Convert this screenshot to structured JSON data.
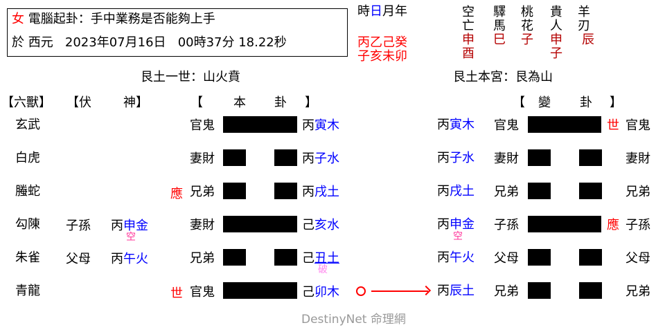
{
  "header": {
    "gender": "女",
    "title": "電腦起卦：手中業務是否能夠上手",
    "date_prefix": "於 西元",
    "date": "2023年07月16日",
    "time": "00時37分 18.22秒"
  },
  "pillars": {
    "labels": [
      "時",
      "日",
      "月",
      "年"
    ],
    "stems": "丙乙己癸",
    "branches": "子亥未卯"
  },
  "shensha": [
    {
      "name_top": "空",
      "name_bottom": "亡",
      "values": [
        "申",
        "酉"
      ]
    },
    {
      "name_top": "驛",
      "name_bottom": "馬",
      "values": [
        "巳"
      ]
    },
    {
      "name_top": "桃",
      "name_bottom": "花",
      "values": [
        "子"
      ]
    },
    {
      "name_top": "貴",
      "name_bottom": "人",
      "values": [
        "申",
        "子"
      ]
    },
    {
      "name_top": "羊",
      "name_bottom": "刃",
      "values": [
        "辰"
      ]
    }
  ],
  "ben_gua": {
    "palace_title": "艮土一世：山火賁",
    "header_liushou": "【六獸】",
    "header_fushen_left": "【伏",
    "header_fushen_right": "神】",
    "header_bengua_left": "【",
    "header_bengua_mid1": "本",
    "header_bengua_mid2": "卦",
    "header_bengua_right": "】"
  },
  "bian_gua": {
    "palace_title": "艮土本宮：艮為山",
    "header_left": "【",
    "header_mid1": "變",
    "header_mid2": "卦",
    "header_right": "】"
  },
  "rows": [
    {
      "beast": "玄武",
      "fushen_rel": "",
      "fushen_stem": "",
      "fushen_branch": "",
      "fushen_note": "",
      "marker": "",
      "rel": "官鬼",
      "line": "yang",
      "stem": "丙",
      "branch": "寅木",
      "branch_note": "",
      "moving": false,
      "b_stem": "丙",
      "b_branch": "寅木",
      "b_note": "",
      "b_rel": "官鬼",
      "b_line": "yang",
      "b_marker": "世",
      "b_rel2": "官鬼"
    },
    {
      "beast": "白虎",
      "fushen_rel": "",
      "fushen_stem": "",
      "fushen_branch": "",
      "fushen_note": "",
      "marker": "",
      "rel": "妻財",
      "line": "yin",
      "stem": "丙",
      "branch": "子水",
      "branch_note": "",
      "moving": false,
      "b_stem": "丙",
      "b_branch": "子水",
      "b_note": "",
      "b_rel": "妻財",
      "b_line": "yin",
      "b_marker": "",
      "b_rel2": "妻財"
    },
    {
      "beast": "螣蛇",
      "fushen_rel": "",
      "fushen_stem": "",
      "fushen_branch": "",
      "fushen_note": "",
      "marker": "應",
      "rel": "兄弟",
      "line": "yin",
      "stem": "丙",
      "branch": "戌土",
      "branch_note": "",
      "moving": false,
      "b_stem": "丙",
      "b_branch": "戌土",
      "b_note": "",
      "b_rel": "兄弟",
      "b_line": "yin",
      "b_marker": "",
      "b_rel2": "兄弟"
    },
    {
      "beast": "勾陳",
      "fushen_rel": "子孫",
      "fushen_stem": "丙",
      "fushen_branch": "申金",
      "fushen_note": "空",
      "marker": "",
      "rel": "妻財",
      "line": "yang",
      "stem": "己",
      "branch": "亥水",
      "branch_note": "",
      "moving": false,
      "b_stem": "丙",
      "b_branch": "申金",
      "b_note": "空",
      "b_rel": "子孫",
      "b_line": "yang",
      "b_marker": "應",
      "b_rel2": "子孫"
    },
    {
      "beast": "朱雀",
      "fushen_rel": "父母",
      "fushen_stem": "丙",
      "fushen_branch": "午火",
      "fushen_note": "",
      "marker": "",
      "rel": "兄弟",
      "line": "yin",
      "stem": "己",
      "branch": "丑土",
      "branch_note": "破",
      "moving": false,
      "b_stem": "丙",
      "b_branch": "午火",
      "b_note": "",
      "b_rel": "父母",
      "b_line": "yin",
      "b_marker": "",
      "b_rel2": "父母"
    },
    {
      "beast": "青龍",
      "fushen_rel": "",
      "fushen_stem": "",
      "fushen_branch": "",
      "fushen_note": "",
      "marker": "世",
      "rel": "官鬼",
      "line": "yang",
      "stem": "己",
      "branch": "卯木",
      "branch_note": "",
      "moving": true,
      "b_stem": "丙",
      "b_branch": "辰土",
      "b_note": "",
      "b_rel": "兄弟",
      "b_line": "yin",
      "b_marker": "",
      "b_rel2": "兄弟"
    }
  ],
  "moving_symbol": "O",
  "footer": "DestinyNet 命理網",
  "colors": {
    "red": "#ff0000",
    "dark_red": "#b40000",
    "blue": "#0000ff",
    "pink": "#ff3399",
    "light_pink": "#ff88ee"
  }
}
